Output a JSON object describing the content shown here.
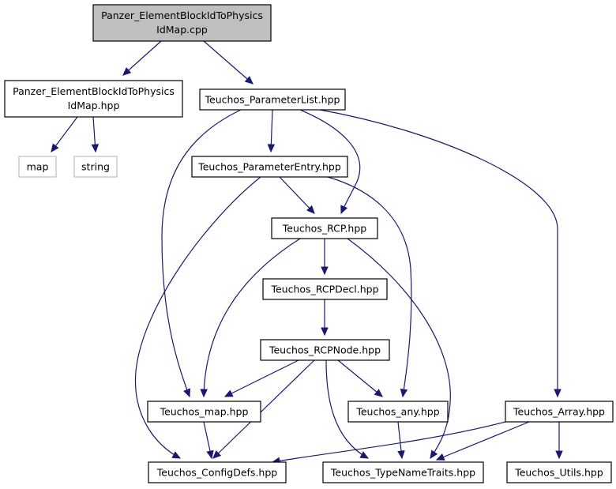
{
  "nodes": {
    "root": {
      "lines": [
        "Panzer_ElementBlockIdToPhysics",
        "IdMap.cpp"
      ]
    },
    "hpp": {
      "lines": [
        "Panzer_ElementBlockIdToPhysics",
        "IdMap.hpp"
      ]
    },
    "map": {
      "lines": [
        "map"
      ]
    },
    "string": {
      "lines": [
        "string"
      ]
    },
    "plist": {
      "lines": [
        "Teuchos_ParameterList.hpp"
      ]
    },
    "pentry": {
      "lines": [
        "Teuchos_ParameterEntry.hpp"
      ]
    },
    "rcp": {
      "lines": [
        "Teuchos_RCP.hpp"
      ]
    },
    "rcpdecl": {
      "lines": [
        "Teuchos_RCPDecl.hpp"
      ]
    },
    "rcpnode": {
      "lines": [
        "Teuchos_RCPNode.hpp"
      ]
    },
    "tmap": {
      "lines": [
        "Teuchos_map.hpp"
      ]
    },
    "any": {
      "lines": [
        "Teuchos_any.hpp"
      ]
    },
    "array": {
      "lines": [
        "Teuchos_Array.hpp"
      ]
    },
    "config": {
      "lines": [
        "Teuchos_ConfigDefs.hpp"
      ]
    },
    "typename": {
      "lines": [
        "Teuchos_TypeNameTraits.hpp"
      ]
    },
    "utils": {
      "lines": [
        "Teuchos_Utils.hpp"
      ]
    }
  },
  "edges": [
    [
      "root",
      "hpp"
    ],
    [
      "root",
      "plist"
    ],
    [
      "hpp",
      "map"
    ],
    [
      "hpp",
      "string"
    ],
    [
      "plist",
      "pentry"
    ],
    [
      "plist",
      "rcp"
    ],
    [
      "plist",
      "tmap"
    ],
    [
      "plist",
      "array"
    ],
    [
      "pentry",
      "rcp"
    ],
    [
      "pentry",
      "any"
    ],
    [
      "pentry",
      "config"
    ],
    [
      "rcp",
      "rcpdecl"
    ],
    [
      "rcp",
      "tmap"
    ],
    [
      "rcp",
      "typename"
    ],
    [
      "rcpdecl",
      "rcpnode"
    ],
    [
      "rcpnode",
      "tmap"
    ],
    [
      "rcpnode",
      "any"
    ],
    [
      "rcpnode",
      "config"
    ],
    [
      "rcpnode",
      "typename"
    ],
    [
      "tmap",
      "config"
    ],
    [
      "any",
      "typename"
    ],
    [
      "array",
      "config"
    ],
    [
      "array",
      "typename"
    ],
    [
      "array",
      "utils"
    ]
  ],
  "colors": {
    "edge": "#191970",
    "root_fill": "#bfbfbf",
    "external_border": "#bfbfbf"
  }
}
